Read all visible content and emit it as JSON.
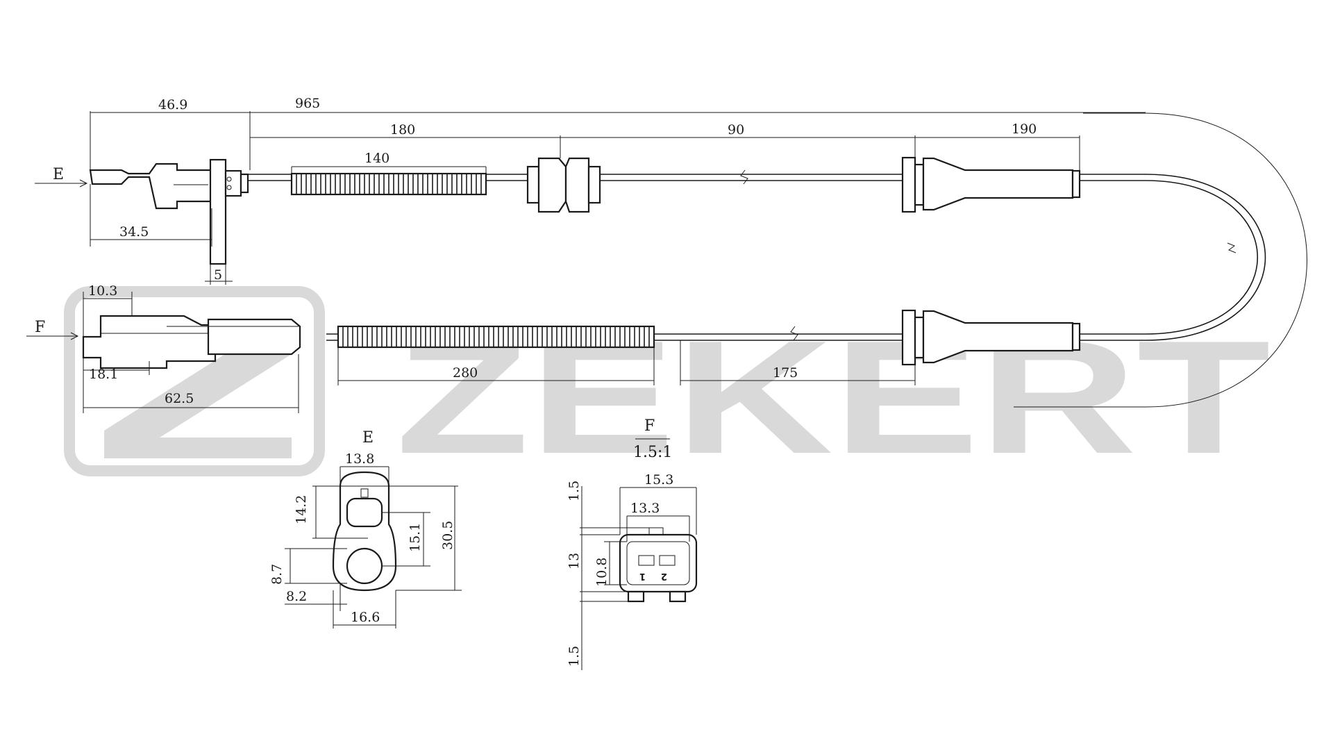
{
  "watermark": {
    "brand": "ZEKERT"
  },
  "views": {
    "e_marker": "E",
    "f_marker": "F",
    "e_title": "E",
    "f_title": "F",
    "f_scale": "1.5:1"
  },
  "dims": {
    "d46_9": "46.9",
    "d965": "965",
    "d180": "180",
    "d90": "90",
    "d190": "190",
    "d140": "140",
    "d34_5": "34.5",
    "d5": "5",
    "d10_3": "10.3",
    "d18_1": "18.1",
    "d62_5": "62.5",
    "d280": "280",
    "d175": "175",
    "e13_8": "13.8",
    "e14_2": "14.2",
    "e15_1": "15.1",
    "e30_5": "30.5",
    "e8_7": "8.7",
    "e8_2": "8.2",
    "e16_6": "16.6",
    "f15_3": "15.3",
    "f13_3": "13.3",
    "f1_5a": "1.5",
    "f13": "13",
    "f10_8": "10.8",
    "f1_5b": "1.5"
  },
  "pins": {
    "p1": "1",
    "p2": "2"
  },
  "colors": {
    "line": "#1a1a1a",
    "watermark": "#d9d9d9",
    "background": "#ffffff"
  }
}
